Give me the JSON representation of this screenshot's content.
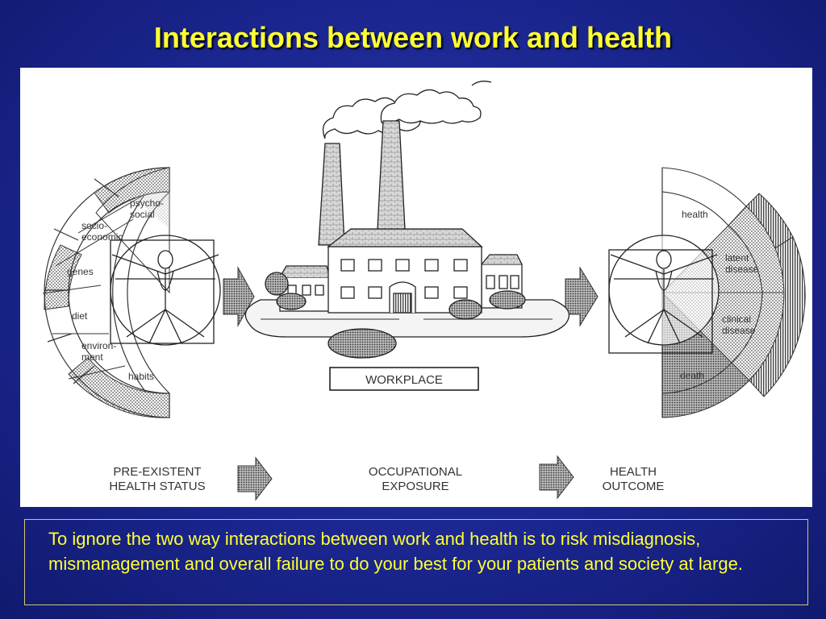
{
  "slide": {
    "title": "Interactions between work and health",
    "caption": "To ignore the two way interactions between work and health is to risk misdiagnosis, mismanagement and overall failure to do your best for your patients and society at large."
  },
  "diagram": {
    "left_segments": [
      "psycho-\nsocial",
      "socio-\neconomic",
      "genes",
      "diet",
      "environ-\nment",
      "habits"
    ],
    "right_segments": [
      "health",
      "latent\ndisease",
      "clinical\ndisease",
      "death"
    ],
    "workplace_label": "WORKPLACE",
    "stages": [
      "PRE-EXISTENT\nHEALTH STATUS",
      "OCCUPATIONAL\nEXPOSURE",
      "HEALTH\nOUTCOME"
    ]
  },
  "colors": {
    "background": "#1b2690",
    "title": "#ffff33",
    "caption_text": "#ffff33",
    "caption_border": "#d6c47a"
  }
}
